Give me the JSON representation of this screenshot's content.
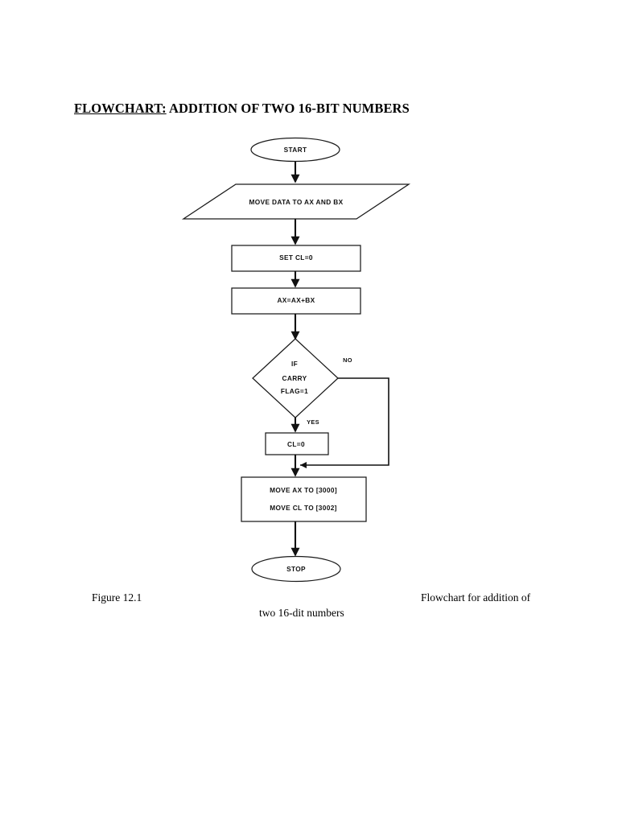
{
  "document": {
    "title_underlined": "FLOWCHART:",
    "title_rest": " ADDITION OF TWO 16-BIT NUMBERS",
    "background_color": "#ffffff",
    "ink_color": "#111111"
  },
  "flowchart": {
    "nodes": {
      "start": {
        "label": "START",
        "shape": "terminator-oval"
      },
      "input": {
        "label": "MOVE DATA TO AX AND BX",
        "shape": "parallelogram-io"
      },
      "set_cl": {
        "label": "SET CL=0",
        "shape": "process-rectangle"
      },
      "add": {
        "label": "AX=AX+BX",
        "shape": "process-rectangle"
      },
      "decision": {
        "line1": "IF",
        "line2": "CARRY",
        "line3": "FLAG=1",
        "shape": "decision-diamond"
      },
      "cl_zero": {
        "label": "CL=0",
        "shape": "process-rectangle"
      },
      "store": {
        "line1": "MOVE AX TO [3000]",
        "line2": "MOVE CL TO [3002]",
        "shape": "process-rectangle"
      },
      "stop": {
        "label": "STOP",
        "shape": "terminator-oval"
      }
    },
    "branches": {
      "no_label": "NO",
      "yes_label": "YES"
    }
  },
  "caption": {
    "figure_number": "Figure 12.1",
    "description_right": "Flowchart for addition of",
    "description_second_line": "two 16-dit numbers"
  }
}
